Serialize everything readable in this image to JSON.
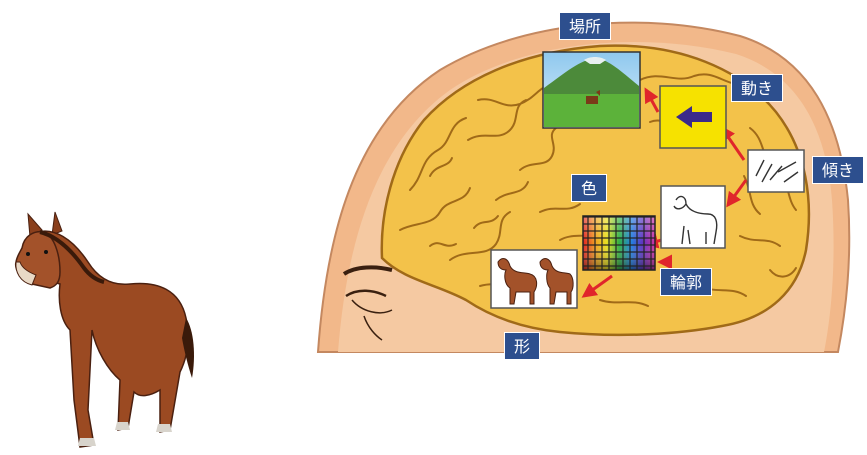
{
  "labels": {
    "place": "場所",
    "motion": "動き",
    "tilt": "傾き",
    "color": "色",
    "contour": "輪郭",
    "shape": "形"
  },
  "icons": {
    "horse": "horse-icon",
    "brain": "brain-icon",
    "landscape": "landscape-icon",
    "motion_arrow": "left-arrow-icon",
    "tilt_lines": "slanted-lines-icon",
    "color_palette": "color-palette-icon",
    "horse_outline": "horse-outline-icon",
    "horse_pair": "horse-pair-icon"
  },
  "colors": {
    "label_bg": "#2d4f8e",
    "brain_fill": "#f3c24a",
    "head_skin": "#f2b88a",
    "arrow_red": "#e0262b",
    "motion_panel": "#f6e200",
    "horse_brown": "#9b4a22"
  }
}
